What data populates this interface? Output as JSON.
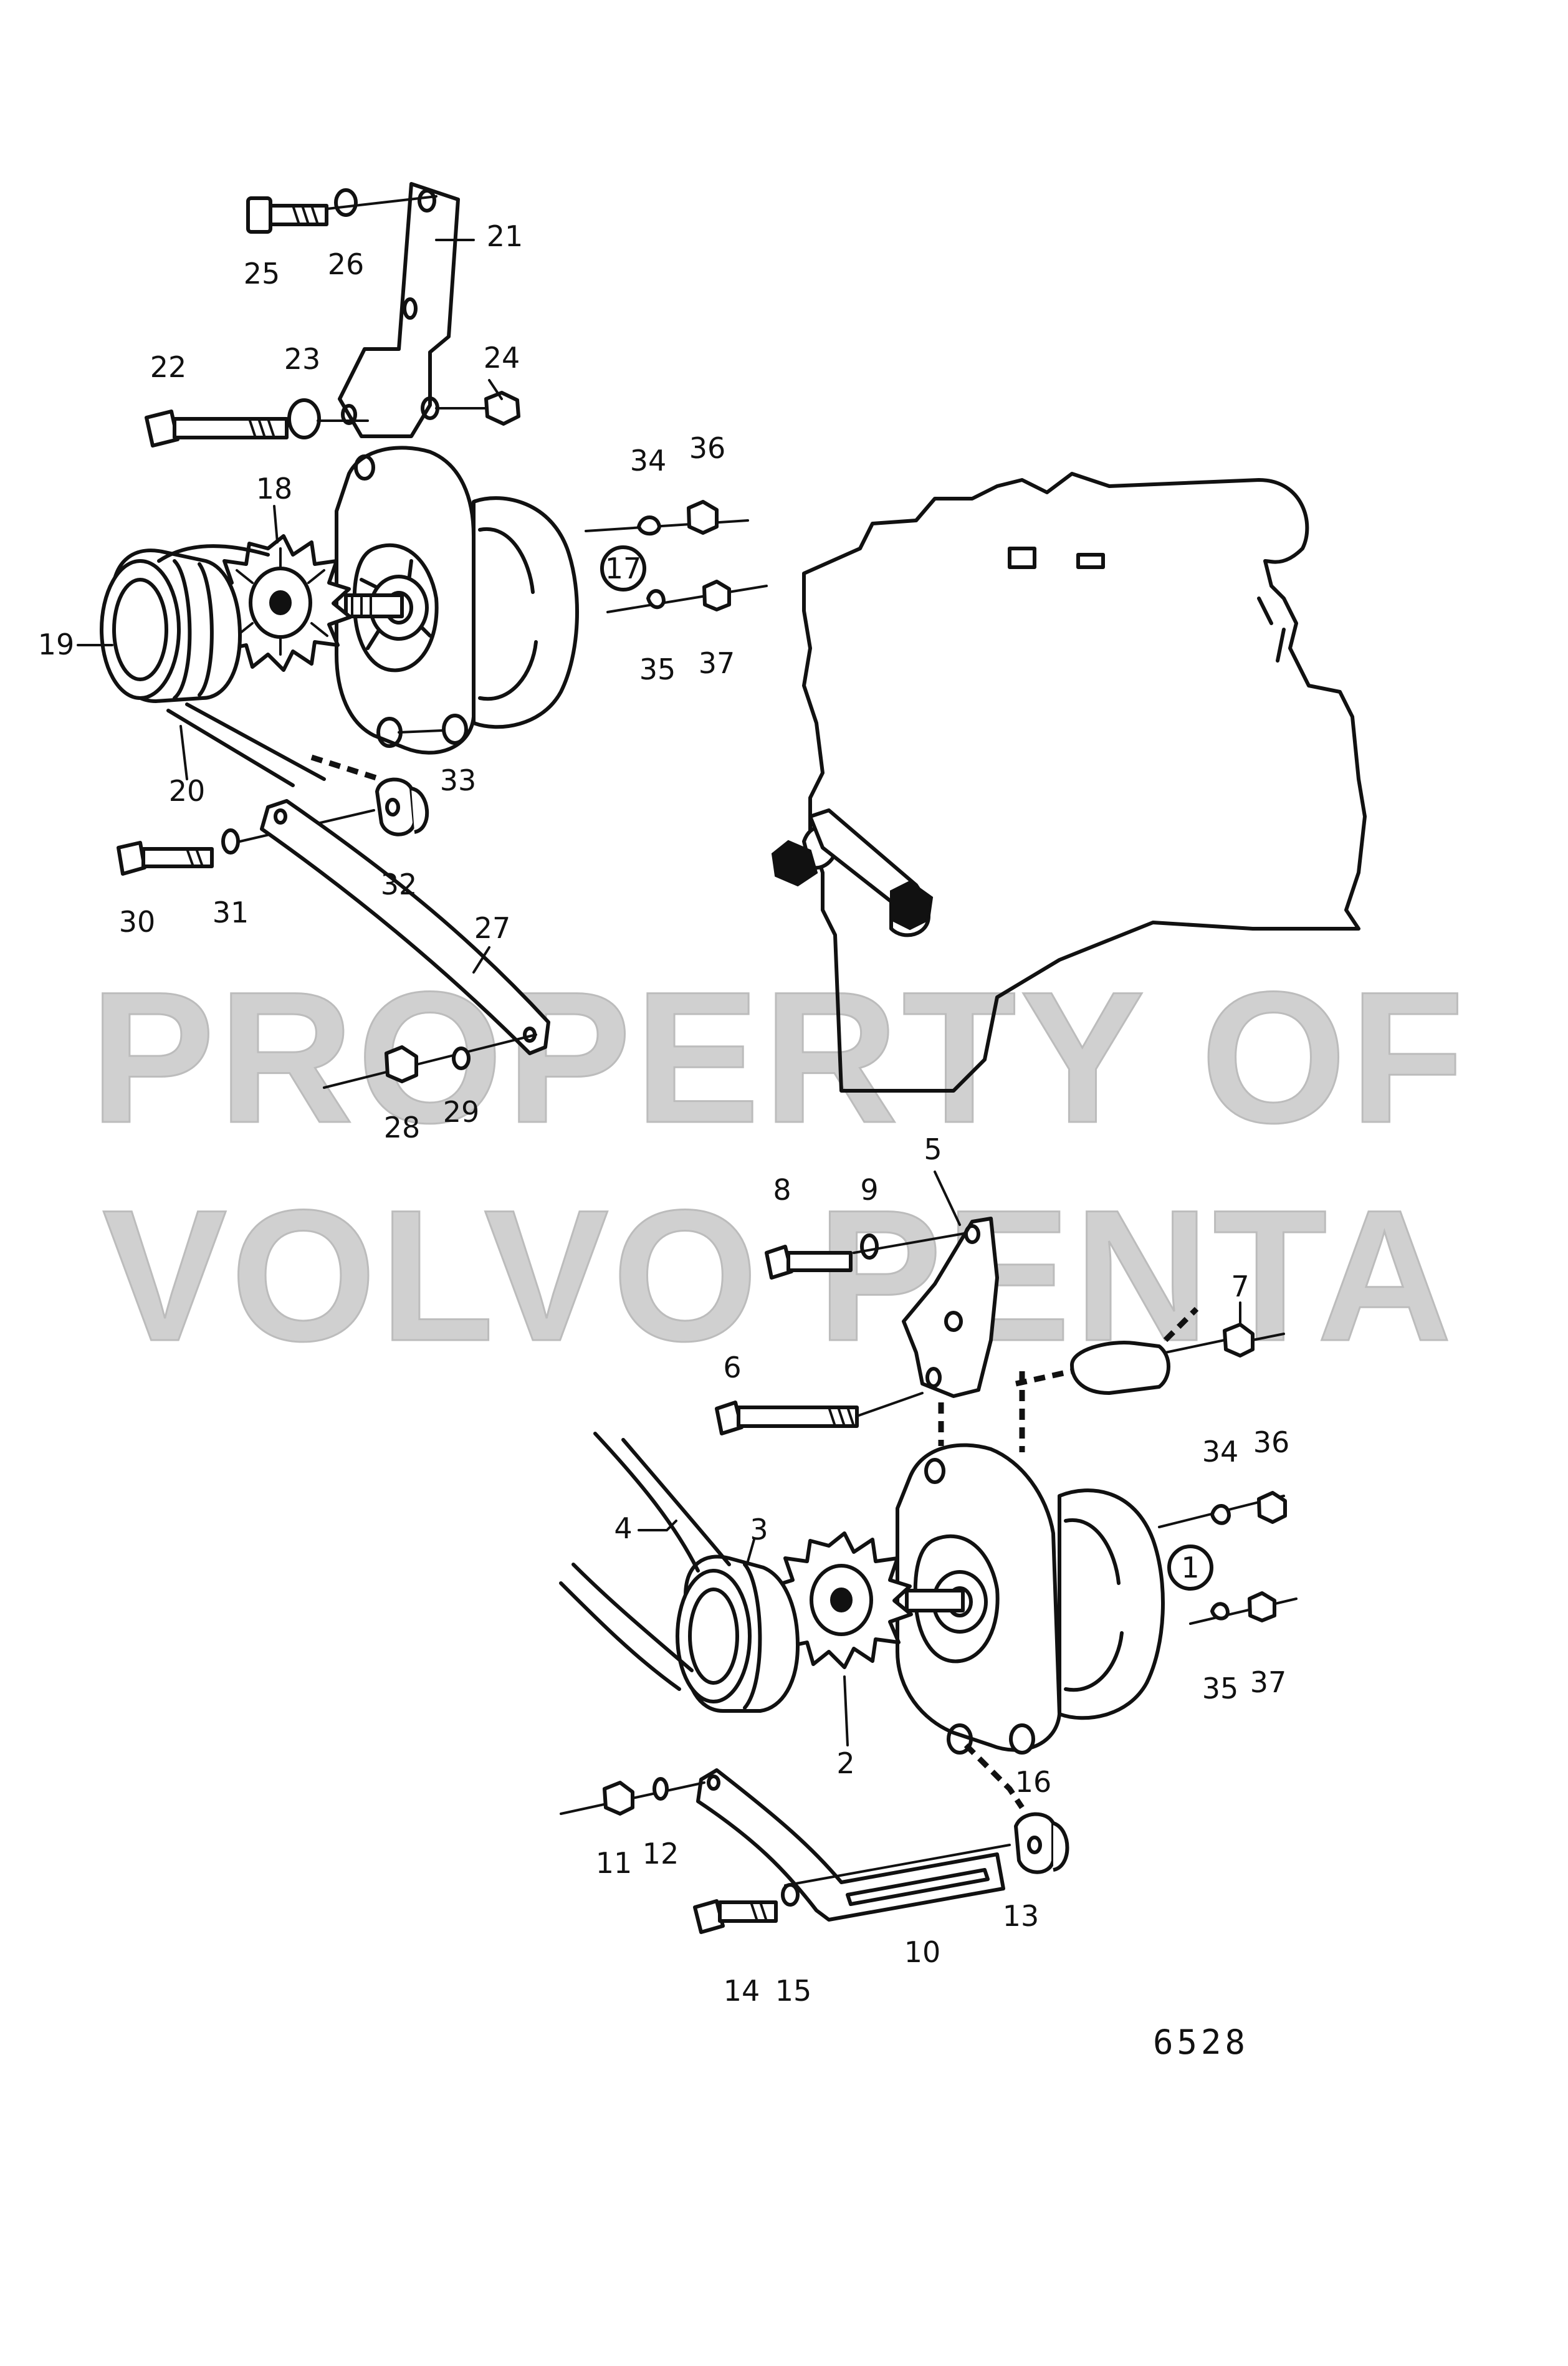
{
  "watermark": {
    "line1": "PROPERTY OF",
    "line2": "VOLVO PENTA"
  },
  "figure_number": "6528",
  "callouts": {
    "c1": "1",
    "c2": "2",
    "c3": "3",
    "c4": "4",
    "c5": "5",
    "c6": "6",
    "c7": "7",
    "c8": "8",
    "c9": "9",
    "c10": "10",
    "c11": "11",
    "c12": "12",
    "c13": "13",
    "c14": "14",
    "c15": "15",
    "c16": "16",
    "c17": "17",
    "c18": "18",
    "c19": "19",
    "c20": "20",
    "c21": "21",
    "c22": "22",
    "c23": "23",
    "c24": "24",
    "c25": "25",
    "c26": "26",
    "c27": "27",
    "c28": "28",
    "c29": "29",
    "c30": "30",
    "c31": "31",
    "c32": "32",
    "c33": "33",
    "c34a": "34",
    "c35a": "35",
    "c36a": "36",
    "c37a": "37",
    "c34b": "34",
    "c35b": "35",
    "c36b": "36",
    "c37b": "37"
  }
}
